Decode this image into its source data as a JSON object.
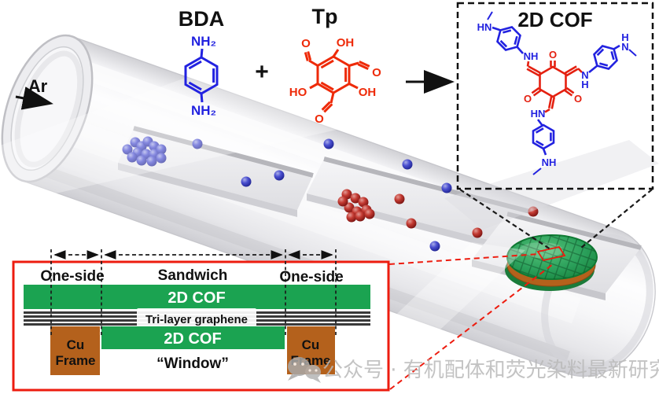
{
  "colors": {
    "molecule_blue": "#2222e0",
    "molecule_red": "#ee2a08",
    "annotation_red": "#ed1c0f",
    "cof_green": "#1ba351",
    "copper": "#b4611c",
    "graphene_gray": "#3a3a3a",
    "disk_green": "#2f9e53",
    "watermark_gray": "#b9b9b9"
  },
  "tube": {
    "gas_label": "Ar"
  },
  "reaction": {
    "bda_label": "BDA",
    "plus": "+",
    "tp_label": "Tp"
  },
  "bda": {
    "nh2_top": "NH₂",
    "nh2_bottom": "NH₂"
  },
  "tp": {
    "o_topleft": "O",
    "oh_top": "OH",
    "o_right": "O",
    "oh_right": "OH",
    "ho_left": "HO",
    "o_bottom": "O"
  },
  "cof": {
    "title": "2D COF",
    "hn_terminal_left": "HN",
    "nh_linker_left": "NH",
    "o_top": "O",
    "o_left": "O",
    "o_right": "O",
    "n_linker_right": "N",
    "h_linker_right": "H",
    "h_terminal_right": "H",
    "n_terminal_right": "N",
    "hn_linker_bottom": "HN",
    "nh_terminal_bottom": "NH"
  },
  "schematic": {
    "region_left": "One-side",
    "region_center": "Sandwich",
    "region_right": "One-side",
    "layer_cof_top": "2D COF",
    "layer_graphene": "Tri-layer graphene",
    "layer_cof_bottom": "2D COF",
    "cu_line1": "Cu",
    "cu_line2": "Frame",
    "window_label": "“Window”"
  },
  "watermark": {
    "text": "公众号 · 有机配体和荧光染料最新研究"
  }
}
